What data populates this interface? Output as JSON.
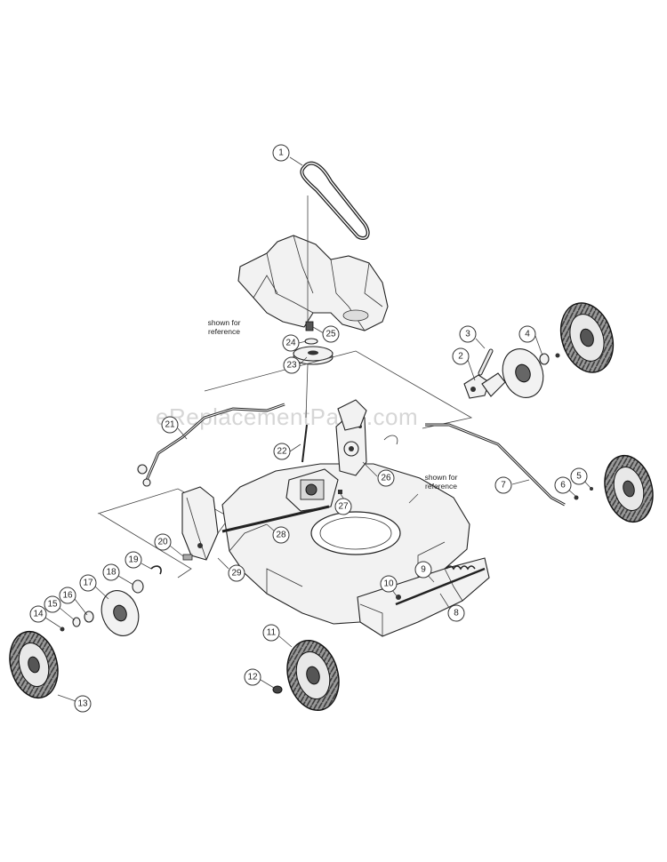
{
  "diagram": {
    "watermark": "eReplacementParts.com",
    "reference_note_line1": "shown for",
    "reference_note_line2": "reference",
    "callouts": [
      {
        "id": "callout-1",
        "number": "1"
      },
      {
        "id": "callout-2",
        "number": "2"
      },
      {
        "id": "callout-3",
        "number": "3"
      },
      {
        "id": "callout-4",
        "number": "4"
      },
      {
        "id": "callout-5",
        "number": "5"
      },
      {
        "id": "callout-6",
        "number": "6"
      },
      {
        "id": "callout-7",
        "number": "7"
      },
      {
        "id": "callout-8",
        "number": "8"
      },
      {
        "id": "callout-9",
        "number": "9"
      },
      {
        "id": "callout-10",
        "number": "10"
      },
      {
        "id": "callout-11",
        "number": "11"
      },
      {
        "id": "callout-12",
        "number": "12"
      },
      {
        "id": "callout-13",
        "number": "13"
      },
      {
        "id": "callout-14",
        "number": "14"
      },
      {
        "id": "callout-15",
        "number": "15"
      },
      {
        "id": "callout-16",
        "number": "16"
      },
      {
        "id": "callout-17",
        "number": "17"
      },
      {
        "id": "callout-18",
        "number": "18"
      },
      {
        "id": "callout-19",
        "number": "19"
      },
      {
        "id": "callout-20",
        "number": "20"
      },
      {
        "id": "callout-21",
        "number": "21"
      },
      {
        "id": "callout-22",
        "number": "22"
      },
      {
        "id": "callout-23",
        "number": "23"
      },
      {
        "id": "callout-24",
        "number": "24"
      },
      {
        "id": "callout-25",
        "number": "25"
      },
      {
        "id": "callout-26",
        "number": "26"
      },
      {
        "id": "callout-27",
        "number": "27"
      },
      {
        "id": "callout-28",
        "number": "28"
      },
      {
        "id": "callout-29",
        "number": "29"
      }
    ]
  }
}
